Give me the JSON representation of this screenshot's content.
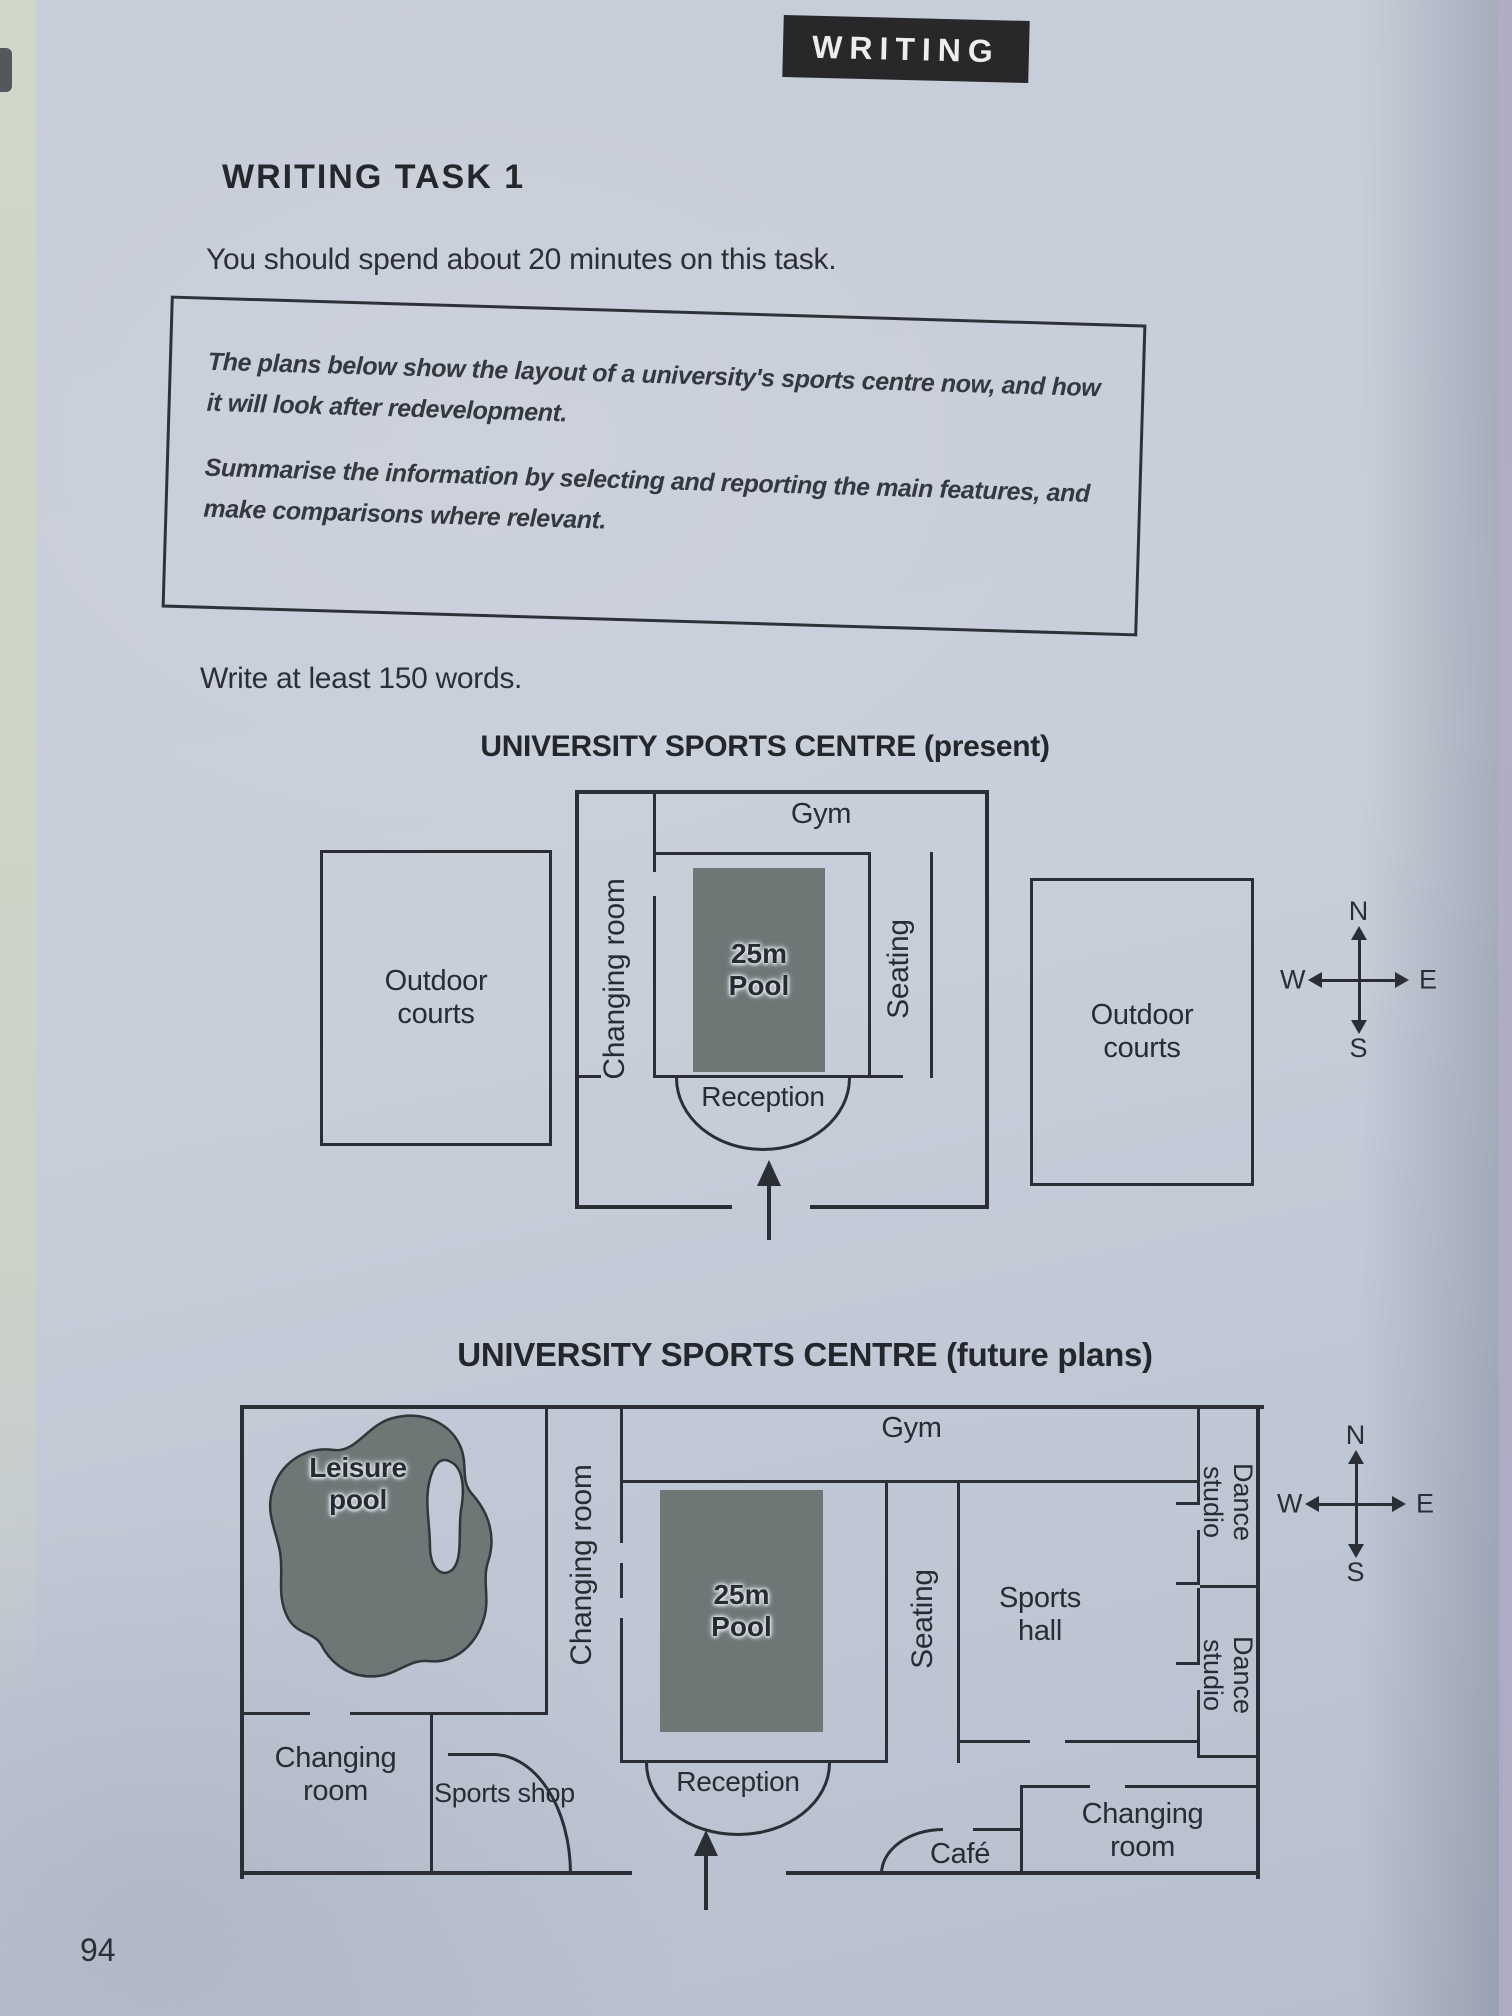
{
  "page": {
    "section_tag": "WRITING",
    "task_heading": "WRITING TASK 1",
    "time_instruction": "You should spend about 20 minutes on this task.",
    "prompt": {
      "line1": "The plans below show the layout of a university's sports centre now, and how",
      "line2": "it will look after redevelopment.",
      "line3": "Summarise the information by selecting and reporting the main features, and",
      "line4": "make comparisons where relevant."
    },
    "length_instruction": "Write at least 150 words.",
    "page_number": "94"
  },
  "present_plan": {
    "title": "UNIVERSITY SPORTS CENTRE (present)",
    "rooms": {
      "gym": "Gym",
      "changing_room": "Changing room",
      "pool": "25m Pool",
      "seating": "Seating",
      "reception": "Reception",
      "outdoor_courts_west": "Outdoor courts",
      "outdoor_courts_east": "Outdoor courts"
    },
    "compass": {
      "north": "N",
      "south": "S",
      "east": "E",
      "west": "W"
    }
  },
  "future_plan": {
    "title": "UNIVERSITY SPORTS CENTRE (future plans)",
    "rooms": {
      "leisure_pool": "Leisure pool",
      "changing_room_west": "Changing room",
      "gym": "Gym",
      "pool": "25m Pool",
      "seating": "Seating",
      "sports_hall": "Sports hall",
      "dance_studio_north": "Dance studio",
      "dance_studio_south": "Dance studio",
      "reception": "Reception",
      "changing_room_southwest": "Changing room",
      "sports_shop": "Sports shop",
      "cafe": "Café",
      "changing_room_southeast": "Changing room"
    },
    "compass": {
      "north": "N",
      "south": "S",
      "east": "E",
      "west": "W"
    }
  },
  "colors": {
    "paper": "#c5cbd8",
    "ink": "#2b2f35",
    "pool_fill": "#6d7775",
    "header_bg": "#28282a",
    "header_text": "#ecedef"
  }
}
